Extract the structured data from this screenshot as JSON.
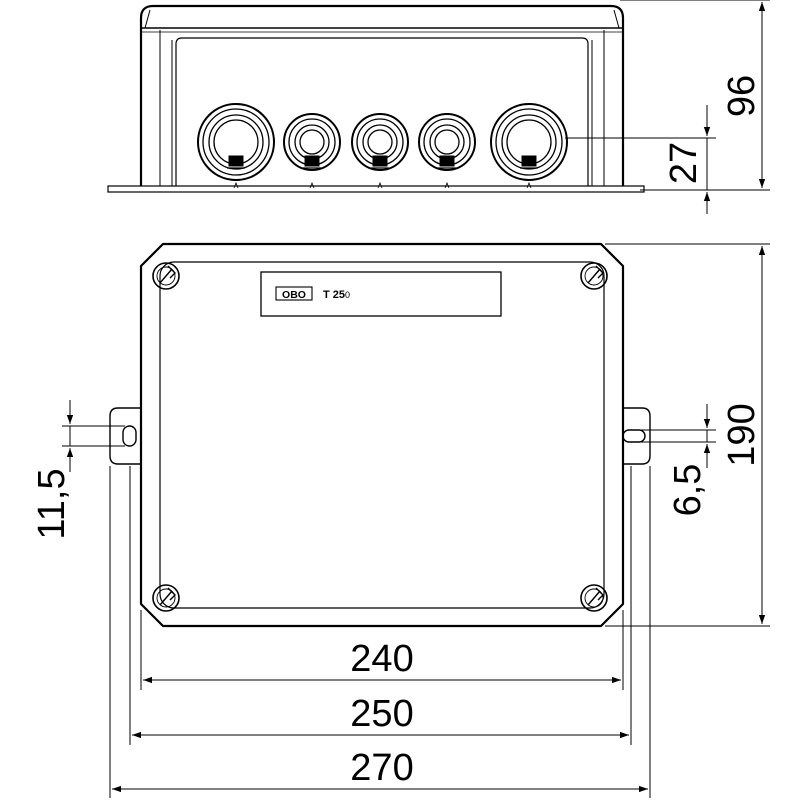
{
  "side_view": {
    "height_label": "96",
    "entry_height_label": "27",
    "glands": [
      {
        "size": "large"
      },
      {
        "size": "small"
      },
      {
        "size": "small"
      },
      {
        "size": "small"
      },
      {
        "size": "large"
      }
    ]
  },
  "top_view": {
    "label_plate": {
      "brand": "OBO",
      "model_prefix": "T 25",
      "model_suffix": "0"
    },
    "lug_hole_label": "11,5",
    "lug_slot_label": "6,5",
    "depth_label": "190",
    "width_inner_label": "240",
    "width_body_label": "250",
    "width_total_label": "270"
  }
}
